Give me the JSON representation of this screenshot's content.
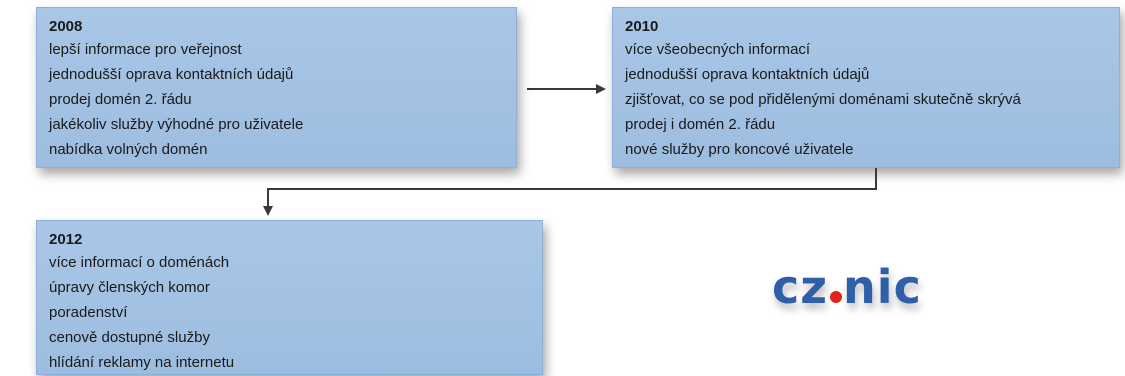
{
  "timeline": [
    {
      "year": "2008",
      "items": [
        "lepší informace pro veřejnost",
        "jednodušší oprava kontaktních údajů",
        "prodej domén 2. řádu",
        "jakékoliv služby výhodné pro uživatele",
        "nabídka volných domén"
      ]
    },
    {
      "year": "2010",
      "items": [
        "více všeobecných informací",
        "jednodušší oprava kontaktních údajů",
        "zjišťovat, co se pod přidělenými doménami skutečně skrývá",
        "prodej i domén 2. řádu",
        "nové služby pro koncové uživatele"
      ]
    },
    {
      "year": "2012",
      "items": [
        "více informací o doménách",
        "úpravy členských komor",
        "poradenství",
        "cenově dostupné služby",
        "hlídání reklamy na internetu"
      ]
    }
  ],
  "logo": {
    "text_left": "cz",
    "text_right": "nic",
    "colors": {
      "text": "#2e5fa8",
      "dot": "#e2231a"
    }
  },
  "colors": {
    "box_fill": "#a9c6e6",
    "arrow": "#3a3a3a"
  }
}
